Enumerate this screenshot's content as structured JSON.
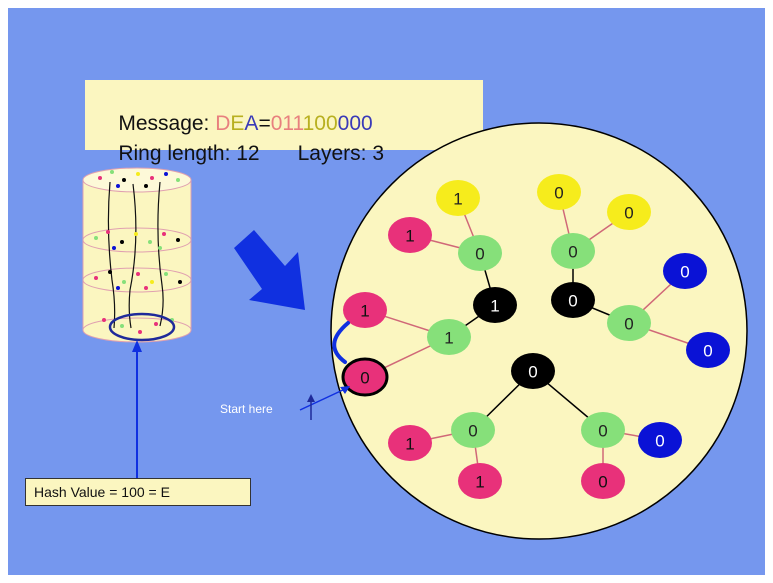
{
  "message": {
    "prefix": "Message: ",
    "letters": [
      {
        "ch": "D",
        "color": "#e8807e"
      },
      {
        "ch": "E",
        "color": "#b8b020"
      },
      {
        "ch": "A",
        "color": "#3a3ab8"
      }
    ],
    "equals": "=",
    "bits": [
      {
        "text": "011",
        "color": "#e8807e"
      },
      {
        "text": "100",
        "color": "#b8b020"
      },
      {
        "text": "000",
        "color": "#3a3ab8"
      }
    ]
  },
  "ring_length_text": "Ring length: 12",
  "layers_text": "Layers: 3",
  "hash_text": "Hash Value = 100 = E",
  "start_text": "Start here",
  "colors": {
    "background": "#7597ee",
    "panel": "#fbf6c0",
    "pink": "#e8317a",
    "yellow": "#f6ec1c",
    "green": "#86e07a",
    "black": "#000000",
    "blue": "#0a12d6",
    "arrow": "#1030e0",
    "pink_edge": "#d06878"
  },
  "nodes": [
    {
      "id": "p1",
      "label": "1",
      "color": "pink"
    },
    {
      "id": "y1",
      "label": "1",
      "color": "yellow"
    },
    {
      "id": "g1",
      "label": "0",
      "color": "green"
    },
    {
      "id": "y2",
      "label": "0",
      "color": "yellow"
    },
    {
      "id": "y3",
      "label": "0",
      "color": "yellow"
    },
    {
      "id": "g2",
      "label": "0",
      "color": "green"
    },
    {
      "id": "b1",
      "label": "0",
      "color": "blue"
    },
    {
      "id": "k1",
      "label": "1",
      "color": "black"
    },
    {
      "id": "k2",
      "label": "0",
      "color": "black"
    },
    {
      "id": "p2",
      "label": "1",
      "color": "pink"
    },
    {
      "id": "g3",
      "label": "1",
      "color": "green"
    },
    {
      "id": "g4",
      "label": "0",
      "color": "green"
    },
    {
      "id": "b2",
      "label": "0",
      "color": "blue"
    },
    {
      "id": "p3",
      "label": "0",
      "color": "pink"
    },
    {
      "id": "k3",
      "label": "0",
      "color": "black"
    },
    {
      "id": "g5",
      "label": "0",
      "color": "green"
    },
    {
      "id": "g6",
      "label": "0",
      "color": "green"
    },
    {
      "id": "b3",
      "label": "0",
      "color": "blue"
    },
    {
      "id": "p4",
      "label": "1",
      "color": "pink"
    },
    {
      "id": "p5",
      "label": "1",
      "color": "pink"
    },
    {
      "id": "p6",
      "label": "0",
      "color": "pink"
    }
  ]
}
